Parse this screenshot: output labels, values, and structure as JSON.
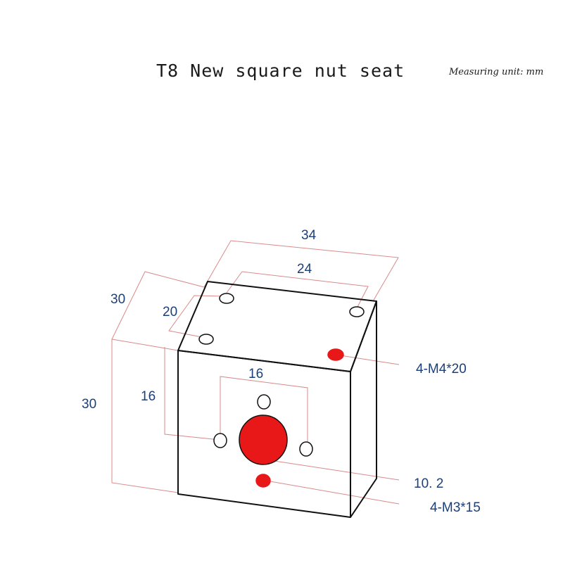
{
  "title": "T8 New square nut seat",
  "unit_note": "Measuring unit: mm",
  "dimensions": {
    "top_width": "34",
    "top_hole_spacing": "24",
    "depth": "30",
    "top_hole_depth_spacing": "20",
    "height": "30",
    "face_hole_vertical_spacing": "16",
    "face_hole_horizontal_spacing": "16"
  },
  "callouts": {
    "top_thread": "4-M4*20",
    "bore": "10. 2",
    "face_thread": "4-M3*15"
  },
  "colors": {
    "dimension_line": "#d98a8a",
    "dimension_text": "#1c3f7a",
    "highlight": "#e81818",
    "outline": "#111111"
  }
}
